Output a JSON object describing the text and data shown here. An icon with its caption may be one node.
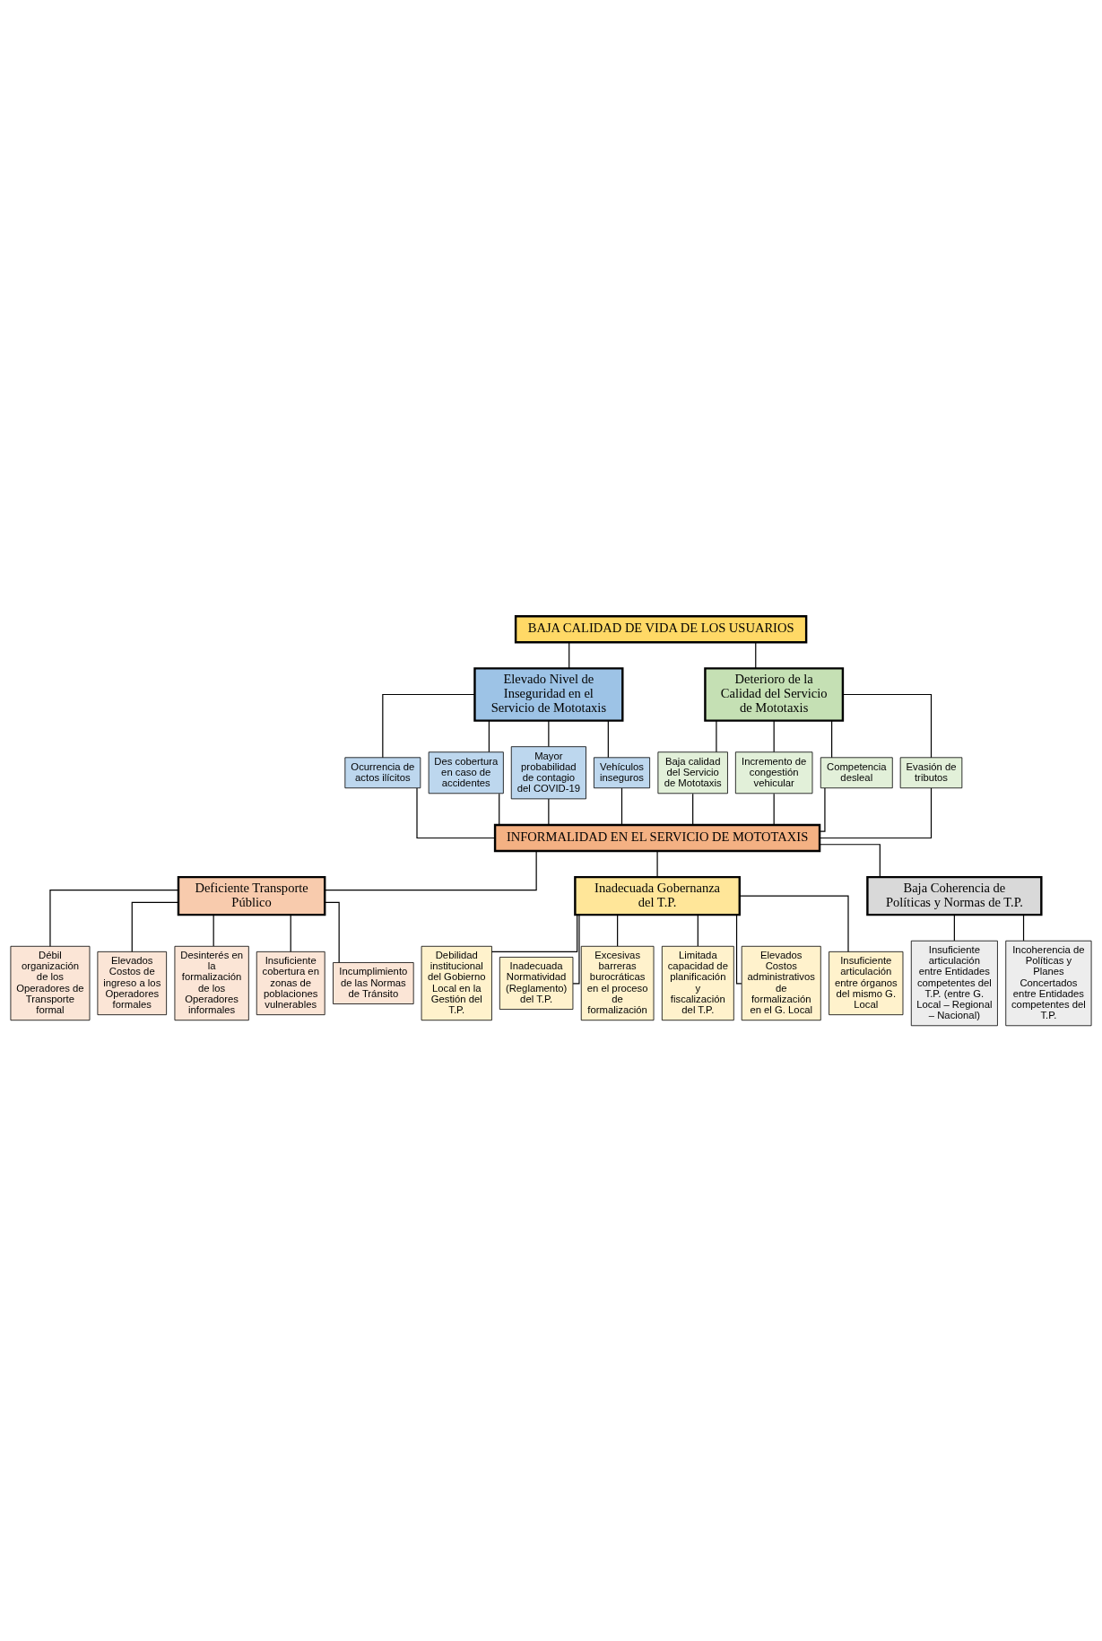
{
  "diagram": {
    "nodes": [
      {
        "text": [
          "BAJA CALIDAD DE VIDA DE LOS USUARIOS"
        ]
      },
      {
        "text": [
          "Elevado Nivel de Inseguridad en el Servicio de Mototaxis"
        ]
      },
      {
        "text": [
          "Deterioro de la Calidad del Servicio de Mototaxis"
        ]
      },
      {
        "text": [
          "Ocurrencia de actos ilícitos"
        ]
      },
      {
        "text": [
          "Des cobertura en caso de accidentes"
        ]
      },
      {
        "text": [
          "Mayor probabilidad de contagio del COVID-19"
        ]
      },
      {
        "text": [
          "Vehículos inseguros"
        ]
      },
      {
        "text": [
          "Baja calidad del Servicio de Mototaxis"
        ]
      },
      {
        "text": [
          "Incremento de congestión vehicular"
        ]
      },
      {
        "text": [
          "Competencia desleal"
        ]
      },
      {
        "text": [
          "Evasión de tributos"
        ]
      },
      {
        "text": [
          "INFORMALIDAD EN EL SERVICIO DE MOTOTAXIS"
        ]
      },
      {
        "text": [
          "Deficiente Transporte Público"
        ]
      },
      {
        "text": [
          "Inadecuada Gobernanza del T.P."
        ]
      },
      {
        "text": [
          "Baja Coherencia de Políticas y Normas de T.P."
        ]
      },
      {
        "text": [
          "Débil organización de los Operadores de Transporte formal"
        ]
      },
      {
        "text": [
          "Elevados Costos de ingreso a los Operadores formales"
        ]
      },
      {
        "text": [
          "Desinterés en la formalización de los Operadores informales"
        ]
      },
      {
        "text": [
          "Insuficiente cobertura en zonas de poblaciones vulnerables"
        ]
      },
      {
        "text": [
          "Incumplimiento de las Normas de Tránsito"
        ]
      },
      {
        "text": [
          "Debilidad institucional del Gobierno Local en la Gestión del T.P."
        ]
      },
      {
        "text": [
          "Inadecuada Normatividad (Reglamento) del T.P."
        ]
      },
      {
        "text": [
          "Excesivas barreras burocráticas en el proceso de formalización"
        ]
      },
      {
        "text": [
          "Limitada capacidad de planificación y fiscalización del T.P."
        ]
      },
      {
        "text": [
          "Elevados Costos administrativos de formalización en el G. Local"
        ]
      },
      {
        "text": [
          "Insuficiente articulación entre órganos del mismo G. Local"
        ]
      },
      {
        "text": [
          "Insuficiente articulación entre Entidades competentes del T.P. (entre G. Local – Regional – Nacional)"
        ]
      },
      {
        "text": [
          "Incoherencia de Políticas y Planes Concertados entre Entidades competentes del T.P."
        ]
      }
    ],
    "edges": [
      {
        "from": 0,
        "to": 1,
        "arrow": "none"
      },
      {
        "from": 0,
        "to": 2,
        "arrow": "none"
      },
      {
        "from": 1,
        "to": 3,
        "arrow": "none"
      },
      {
        "from": 1,
        "to": 4,
        "arrow": "none"
      },
      {
        "from": 1,
        "to": 5,
        "arrow": "none"
      },
      {
        "from": 1,
        "to": 6,
        "arrow": "none"
      },
      {
        "from": 2,
        "to": 7,
        "arrow": "none"
      },
      {
        "from": 2,
        "to": 8,
        "arrow": "none"
      },
      {
        "from": 2,
        "to": 9,
        "arrow": "none"
      },
      {
        "from": 2,
        "to": 10,
        "arrow": "none"
      },
      {
        "from": 3,
        "to": 11,
        "arrow": "none"
      },
      {
        "from": 4,
        "to": 11,
        "arrow": "none"
      },
      {
        "from": 5,
        "to": 11,
        "arrow": "none"
      },
      {
        "from": 6,
        "to": 11,
        "arrow": "none"
      },
      {
        "from": 7,
        "to": 11,
        "arrow": "none"
      },
      {
        "from": 8,
        "to": 11,
        "arrow": "none"
      },
      {
        "from": 9,
        "to": 11,
        "arrow": "none"
      },
      {
        "from": 10,
        "to": 11,
        "arrow": "none"
      },
      {
        "from": 11,
        "to": 12,
        "arrow": "none"
      },
      {
        "from": 11,
        "to": 13,
        "arrow": "none"
      },
      {
        "from": 11,
        "to": 14,
        "arrow": "none"
      },
      {
        "from": 12,
        "to": 15,
        "arrow": "none"
      },
      {
        "from": 12,
        "to": 16,
        "arrow": "none"
      },
      {
        "from": 12,
        "to": 17,
        "arrow": "none"
      },
      {
        "from": 12,
        "to": 18,
        "arrow": "none"
      },
      {
        "from": 12,
        "to": 19,
        "arrow": "none"
      },
      {
        "from": 13,
        "to": 20,
        "arrow": "none"
      },
      {
        "from": 13,
        "to": 21,
        "arrow": "none"
      },
      {
        "from": 13,
        "to": 22,
        "arrow": "none"
      },
      {
        "from": 13,
        "to": 23,
        "arrow": "none"
      },
      {
        "from": 13,
        "to": 24,
        "arrow": "none"
      },
      {
        "from": 13,
        "to": 25,
        "arrow": "none"
      },
      {
        "from": 14,
        "to": 26,
        "arrow": "none"
      },
      {
        "from": 14,
        "to": 27,
        "arrow": "none"
      }
    ]
  }
}
